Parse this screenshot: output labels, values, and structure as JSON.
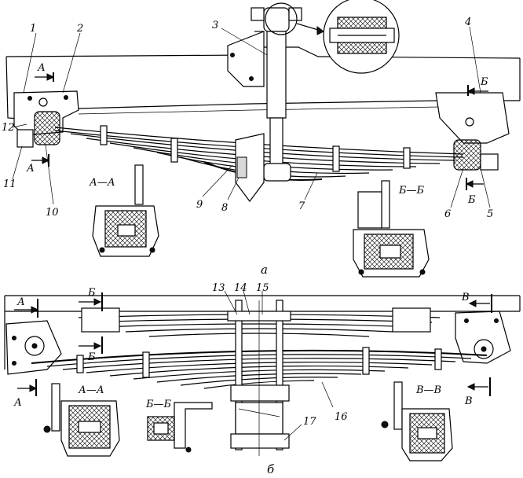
{
  "figure": {
    "top_caption": "а",
    "bottom_caption": "б",
    "callouts_top": [
      "1",
      "2",
      "3",
      "4",
      "5",
      "6",
      "7",
      "8",
      "9",
      "10",
      "11",
      "12"
    ],
    "callouts_bottom": [
      "13",
      "14",
      "15",
      "16",
      "17"
    ],
    "section_letters": {
      "a": "А",
      "b": "Б",
      "v": "В"
    },
    "section_titles": {
      "aa": "А—А",
      "bb": "Б—Б",
      "vv": "В—В"
    }
  }
}
